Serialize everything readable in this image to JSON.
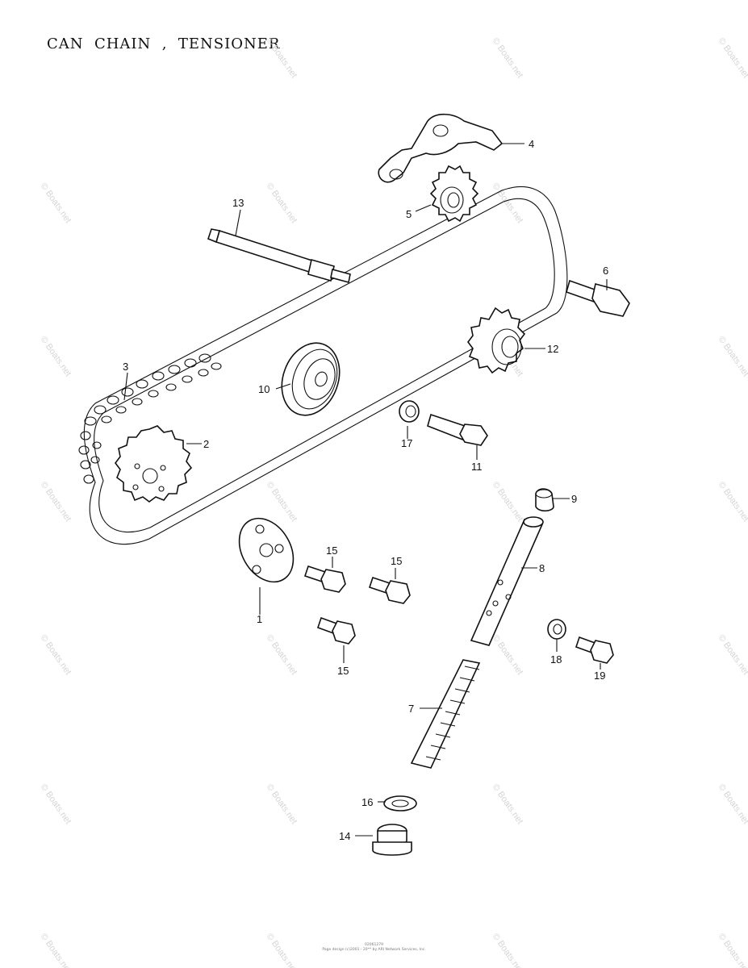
{
  "title": "CAN  CHAIN  ,  TENSIONER",
  "watermark": "© Boats.net",
  "footer": {
    "code": "02061279",
    "copyright": "Page design (c)2001 - 20** by ARI Network Services, Inc."
  },
  "colors": {
    "line": "#111111",
    "watermark": "#d6d6d6",
    "background": "#ffffff"
  },
  "labels": {
    "p1": "1",
    "p2": "2",
    "p3": "3",
    "p4": "4",
    "p5": "5",
    "p6": "6",
    "p7": "7",
    "p8": "8",
    "p9": "9",
    "p10": "10",
    "p11": "11",
    "p12": "12",
    "p13": "13",
    "p14": "14",
    "p15a": "15",
    "p15b": "15",
    "p15c": "15",
    "p16": "16",
    "p17": "17",
    "p18": "18",
    "p19": "19"
  }
}
